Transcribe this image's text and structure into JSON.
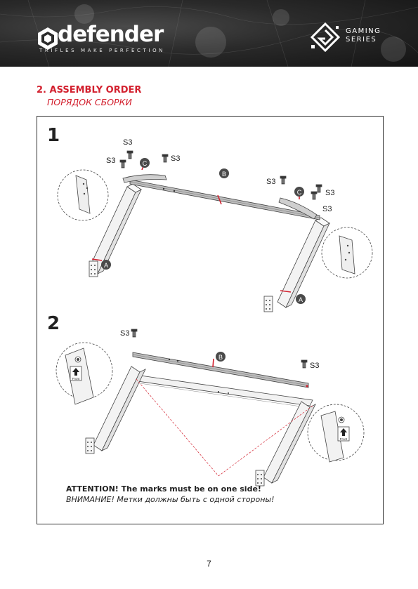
{
  "header": {
    "brand_name": "defender",
    "brand_tagline": "TRIFLES MAKE PERFECTION",
    "series_line1": "GAMING",
    "series_line2": "SERIES"
  },
  "section": {
    "title": "2. ASSEMBLY ORDER",
    "subtitle": "ПОРЯДОК СБОРКИ"
  },
  "steps": [
    {
      "number": "1"
    },
    {
      "number": "2"
    }
  ],
  "labels": {
    "screw": "S3",
    "part_a": "A",
    "part_b": "B",
    "part_c": "C",
    "front": "Front"
  },
  "attention": {
    "en": "ATTENTION! The marks must be on one side!",
    "ru": "ВНИМАНИЕ! Метки должны быть с одной стороны!"
  },
  "page_number": "7",
  "colors": {
    "accent": "#d3212f",
    "badge": "#4a4a4a"
  }
}
